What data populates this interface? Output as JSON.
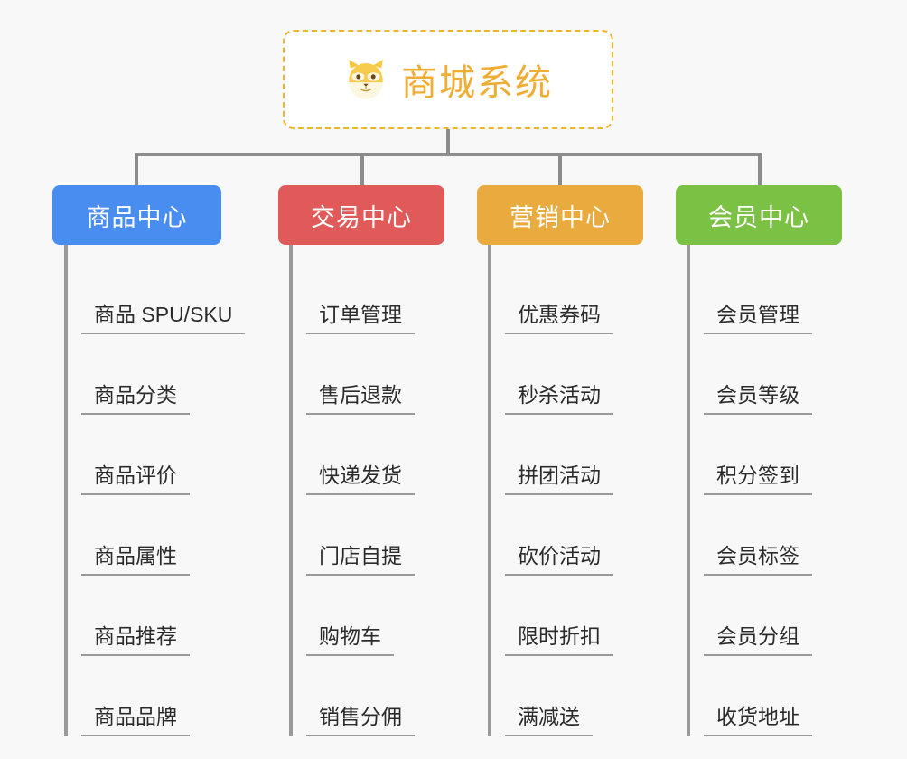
{
  "root": {
    "icon": "dog-face-icon",
    "title": "商城系统",
    "border_color": "#f0b429",
    "title_color": "#f0ad33",
    "background": "#ffffff"
  },
  "page": {
    "background": "#f8f8f8",
    "connector_color": "#8c8c8c",
    "leaf_line_color": "#9a9a9a",
    "leaf_text_color": "#2b2b2b"
  },
  "columns": [
    {
      "id": "product-center",
      "title": "商品中心",
      "color": "#4a8df0",
      "items": [
        "商品 SPU/SKU",
        "商品分类",
        "商品评价",
        "商品属性",
        "商品推荐",
        "商品品牌"
      ]
    },
    {
      "id": "trade-center",
      "title": "交易中心",
      "color": "#e15a5a",
      "items": [
        "订单管理",
        "售后退款",
        "快递发货",
        "门店自提",
        "购物车",
        "销售分佣"
      ]
    },
    {
      "id": "marketing-center",
      "title": "营销中心",
      "color": "#eaab3e",
      "items": [
        "优惠券码",
        "秒杀活动",
        "拼团活动",
        "砍价活动",
        "限时折扣",
        "满减送"
      ]
    },
    {
      "id": "member-center",
      "title": "会员中心",
      "color": "#7bc144",
      "items": [
        "会员管理",
        "会员等级",
        "积分签到",
        "会员标签",
        "会员分组",
        "收货地址"
      ]
    }
  ]
}
